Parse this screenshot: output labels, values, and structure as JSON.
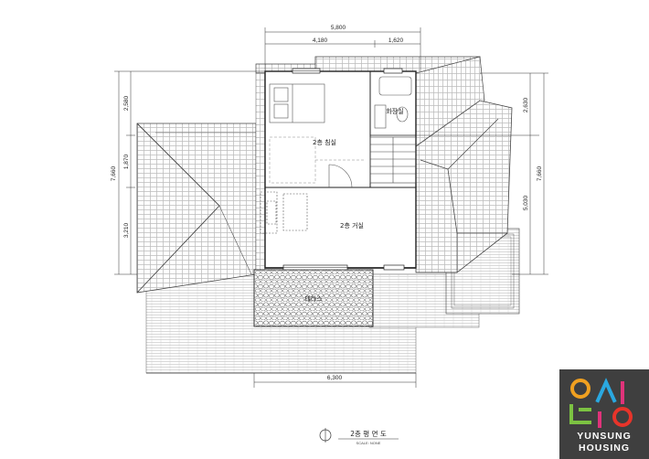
{
  "dimensions": {
    "top_total": "5,800",
    "top_left": "4,180",
    "top_right": "1,620",
    "left_total": "7,660",
    "left_upper": "2,580",
    "left_middle": "1,870",
    "left_lower": "3,210",
    "right_upper": "2,630",
    "right_lower": "5,030",
    "right_total": "7,660",
    "bottom": "6,300"
  },
  "rooms": {
    "bedroom": "2층 침실",
    "living": "2층 거실",
    "bathroom": "화장실",
    "terrace": "테라스"
  },
  "title": {
    "main": "2층 평 면 도",
    "scale": "SCALE: NONE"
  },
  "logo": {
    "line1": "YUNSUNG",
    "line2": "HOUSING",
    "colors": {
      "bg": "#3f3f3f",
      "orange": "#f0a020",
      "green": "#7cc242",
      "blue": "#2aa8e0",
      "pink": "#e0337a",
      "red": "#e8342a"
    }
  }
}
